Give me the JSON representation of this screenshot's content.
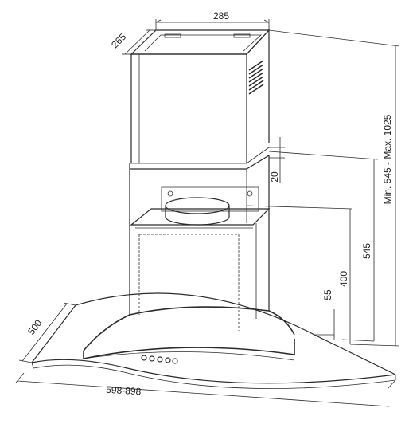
{
  "diagram": {
    "dimensions": {
      "top_width": "285",
      "top_depth": "265",
      "height_range": "Min. 545 - Max. 1025",
      "gap_top": "20",
      "height_545": "545",
      "height_400": "400",
      "height_55": "55",
      "depth_500": "500",
      "width_range": "598-898"
    },
    "colors": {
      "line": "#2b2b2b",
      "background": "#ffffff"
    }
  }
}
